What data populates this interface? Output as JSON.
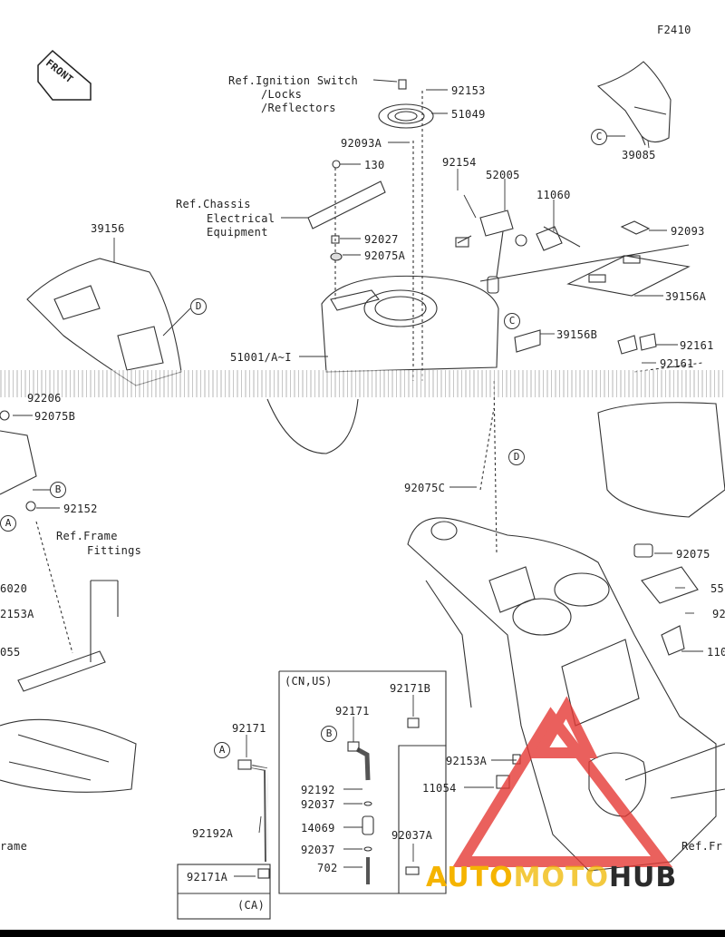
{
  "diagram": {
    "figure_code": "F2410",
    "front_label": "FRONT",
    "labels": {
      "ref_ignition_1": "Ref.Ignition Switch",
      "ref_ignition_2": "/Locks",
      "ref_ignition_3": "/Reflectors",
      "ref_chassis_1": "Ref.Chassis",
      "ref_chassis_2": "Electrical",
      "ref_chassis_3": "Equipment",
      "ref_frame_1": "Ref.Frame",
      "ref_frame_2": "Fittings",
      "ref_frame_right": "Ref.Fr",
      "frame_left": "rame",
      "cn_us": "(CN,US)",
      "ca": "(CA)"
    },
    "parts": {
      "p92153": "92153",
      "p51049": "51049",
      "p92093A": "92093A",
      "p130": "130",
      "p92154": "92154",
      "p52005": "52005",
      "p11060": "11060",
      "p92093": "92093",
      "p39156": "39156",
      "p92027": "92027",
      "p92075A": "92075A",
      "p39156A": "39156A",
      "p39156B": "39156B",
      "p51001": "51001/A~I",
      "p92161a": "92161",
      "p92161b": "92161",
      "p39085": "39085",
      "p92206": "92206",
      "p92075B": "92075B",
      "p92152": "92152",
      "p92075C": "92075C",
      "p92075": "92075",
      "p6020": "6020",
      "p92153A_l": "2153A",
      "p055": "055",
      "p55": "55",
      "p92r": "92",
      "p110r": "110",
      "p92171B": "92171B",
      "p92171_in": "92171",
      "p92171_out": "92171",
      "p92153A": "92153A",
      "p11054": "11054",
      "p92192": "92192",
      "p92037a": "92037",
      "p14069": "14069",
      "p92037b": "92037",
      "p702": "702",
      "p92037A": "92037A",
      "p92192A": "92192A",
      "p92171A": "92171A"
    },
    "callouts": {
      "c1": "C",
      "c2": "D",
      "c3": "C",
      "c4": "D",
      "c5": "B",
      "c6": "A",
      "c7": "B",
      "c8": "A"
    }
  },
  "watermark": {
    "part1": "AUTO",
    "part2": "MOTO",
    "part3": "HUB",
    "colors": {
      "accent": "#f5b400",
      "triangle": "#e53935",
      "dark": "#2b2b2b"
    }
  }
}
